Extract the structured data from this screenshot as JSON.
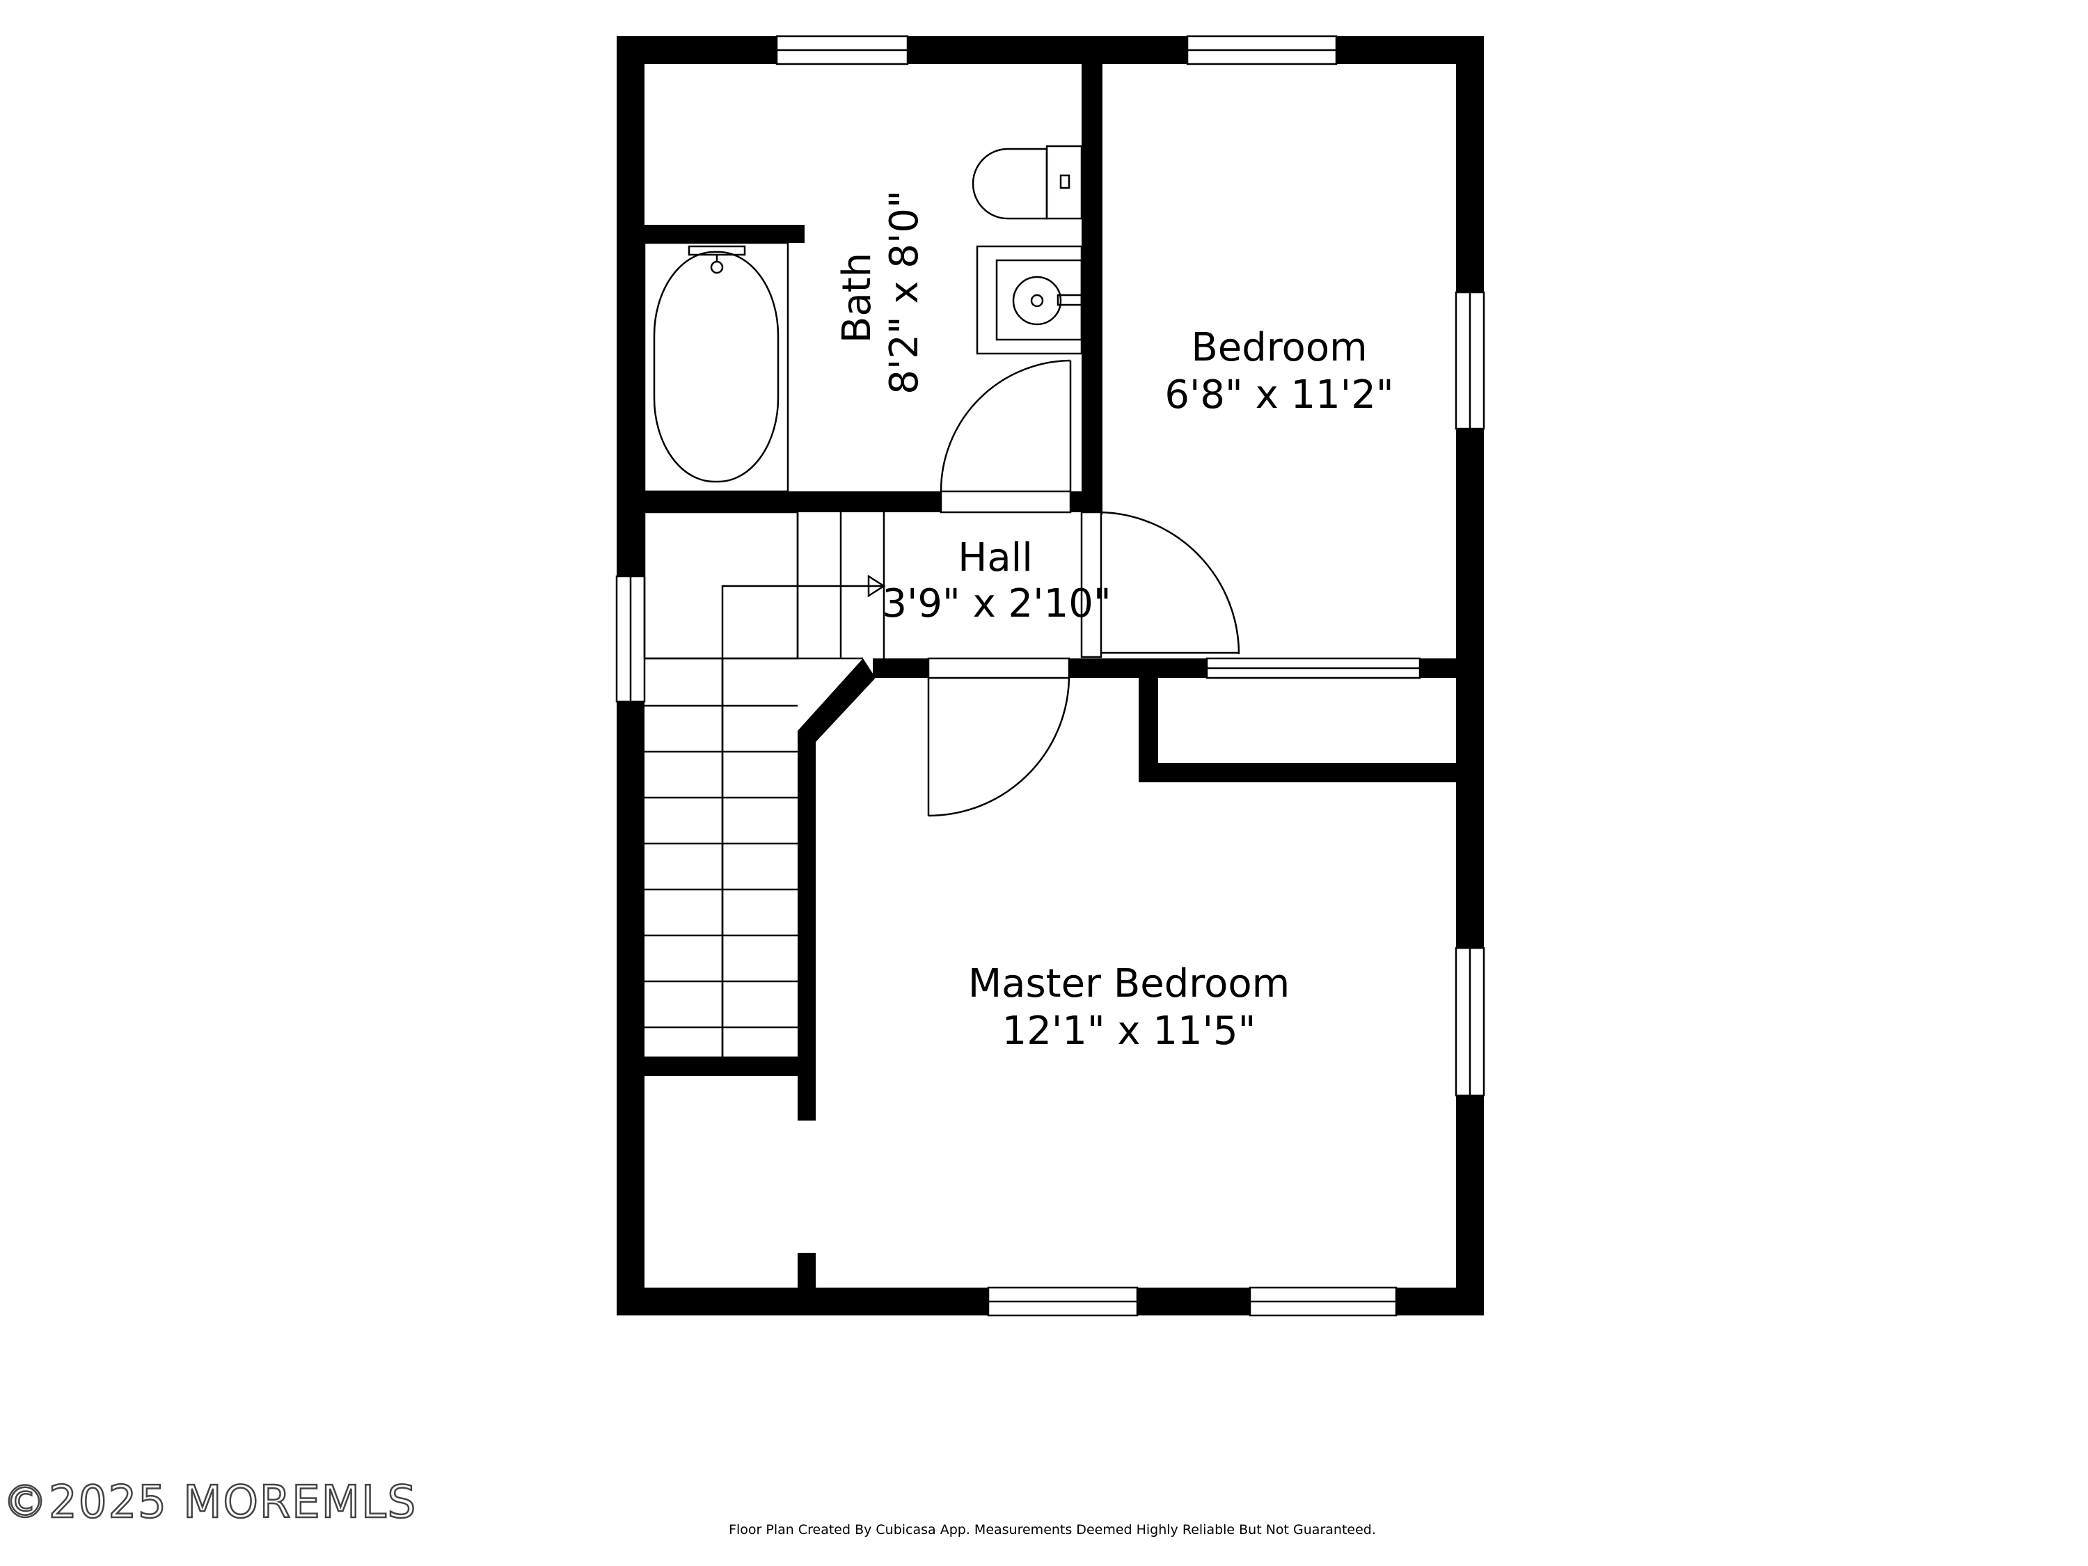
{
  "rooms": {
    "bath": {
      "name": "Bath",
      "size": "8'2\" x 8'0\""
    },
    "bedroom": {
      "name": "Bedroom",
      "size": "6'8\" x 11'2\""
    },
    "hall": {
      "name": "Hall",
      "size": "3'9\" x 2'10\""
    },
    "master_bedroom": {
      "name": "Master Bedroom",
      "size": "12'1\" x 11'5\""
    }
  },
  "footer": {
    "credit": "Floor Plan Created By Cubicasa App. Measurements Deemed Highly Reliable But Not Guaranteed.",
    "watermark": "©2025 MOREMLS"
  },
  "colors": {
    "wall": "#000000",
    "background": "#ffffff"
  }
}
